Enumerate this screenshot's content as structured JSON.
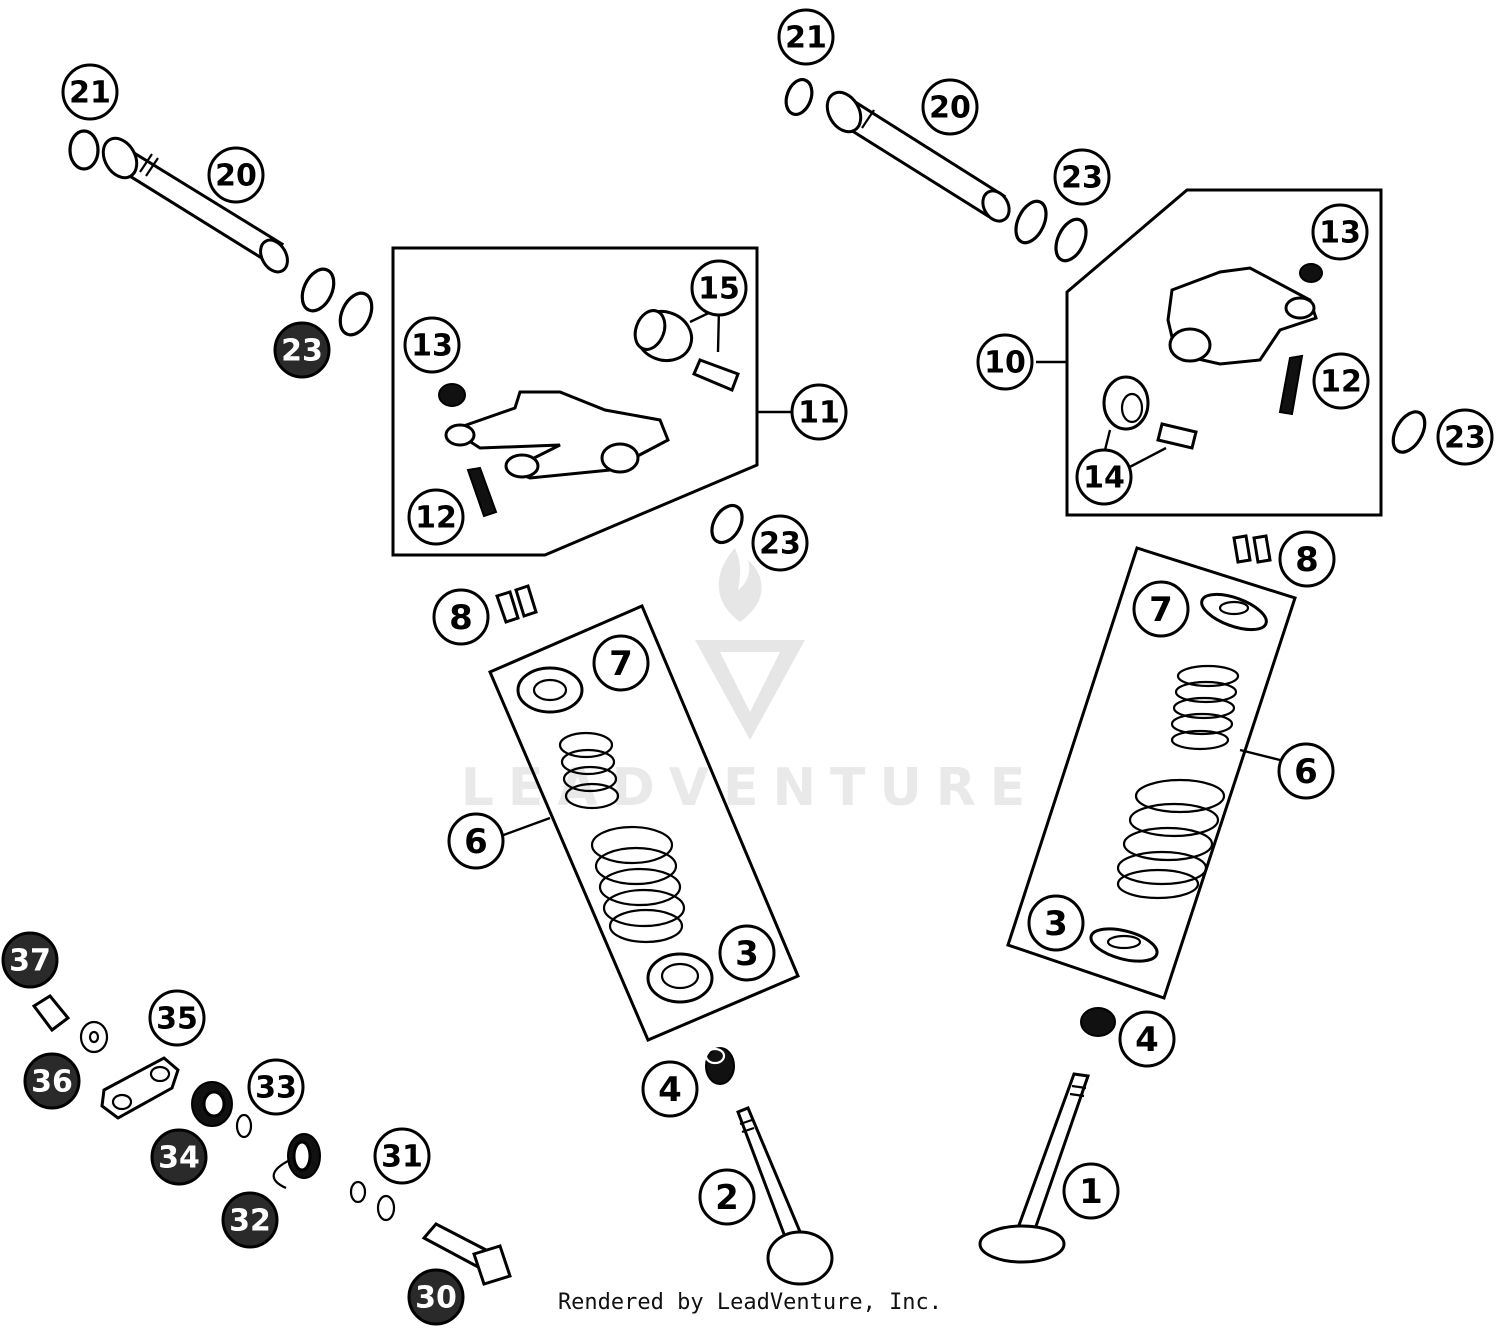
{
  "diagram": {
    "watermark": "LEADVENTURE",
    "footer": "Rendered by LeadVenture, Inc.",
    "callouts": [
      {
        "id": "c21a",
        "label": "21"
      },
      {
        "id": "c20a",
        "label": "20"
      },
      {
        "id": "c23a",
        "label": "23"
      },
      {
        "id": "c13a",
        "label": "13"
      },
      {
        "id": "c15",
        "label": "15"
      },
      {
        "id": "c11",
        "label": "11"
      },
      {
        "id": "c12a",
        "label": "12"
      },
      {
        "id": "c23b",
        "label": "23"
      },
      {
        "id": "c8a",
        "label": "8"
      },
      {
        "id": "c7a",
        "label": "7"
      },
      {
        "id": "c6a",
        "label": "6"
      },
      {
        "id": "c3a",
        "label": "3"
      },
      {
        "id": "c4a",
        "label": "4"
      },
      {
        "id": "c2",
        "label": "2"
      },
      {
        "id": "c21b",
        "label": "21"
      },
      {
        "id": "c20b",
        "label": "20"
      },
      {
        "id": "c23c",
        "label": "23"
      },
      {
        "id": "c13b",
        "label": "13"
      },
      {
        "id": "c10",
        "label": "10"
      },
      {
        "id": "c12b",
        "label": "12"
      },
      {
        "id": "c14",
        "label": "14"
      },
      {
        "id": "c23d",
        "label": "23"
      },
      {
        "id": "c8b",
        "label": "8"
      },
      {
        "id": "c7b",
        "label": "7"
      },
      {
        "id": "c6b",
        "label": "6"
      },
      {
        "id": "c3b",
        "label": "3"
      },
      {
        "id": "c4b",
        "label": "4"
      },
      {
        "id": "c1",
        "label": "1"
      },
      {
        "id": "c37",
        "label": "37"
      },
      {
        "id": "c35",
        "label": "35"
      },
      {
        "id": "c36",
        "label": "36"
      },
      {
        "id": "c33",
        "label": "33"
      },
      {
        "id": "c34",
        "label": "34"
      },
      {
        "id": "c31",
        "label": "31"
      },
      {
        "id": "c32",
        "label": "32"
      },
      {
        "id": "c30",
        "label": "30"
      }
    ]
  }
}
